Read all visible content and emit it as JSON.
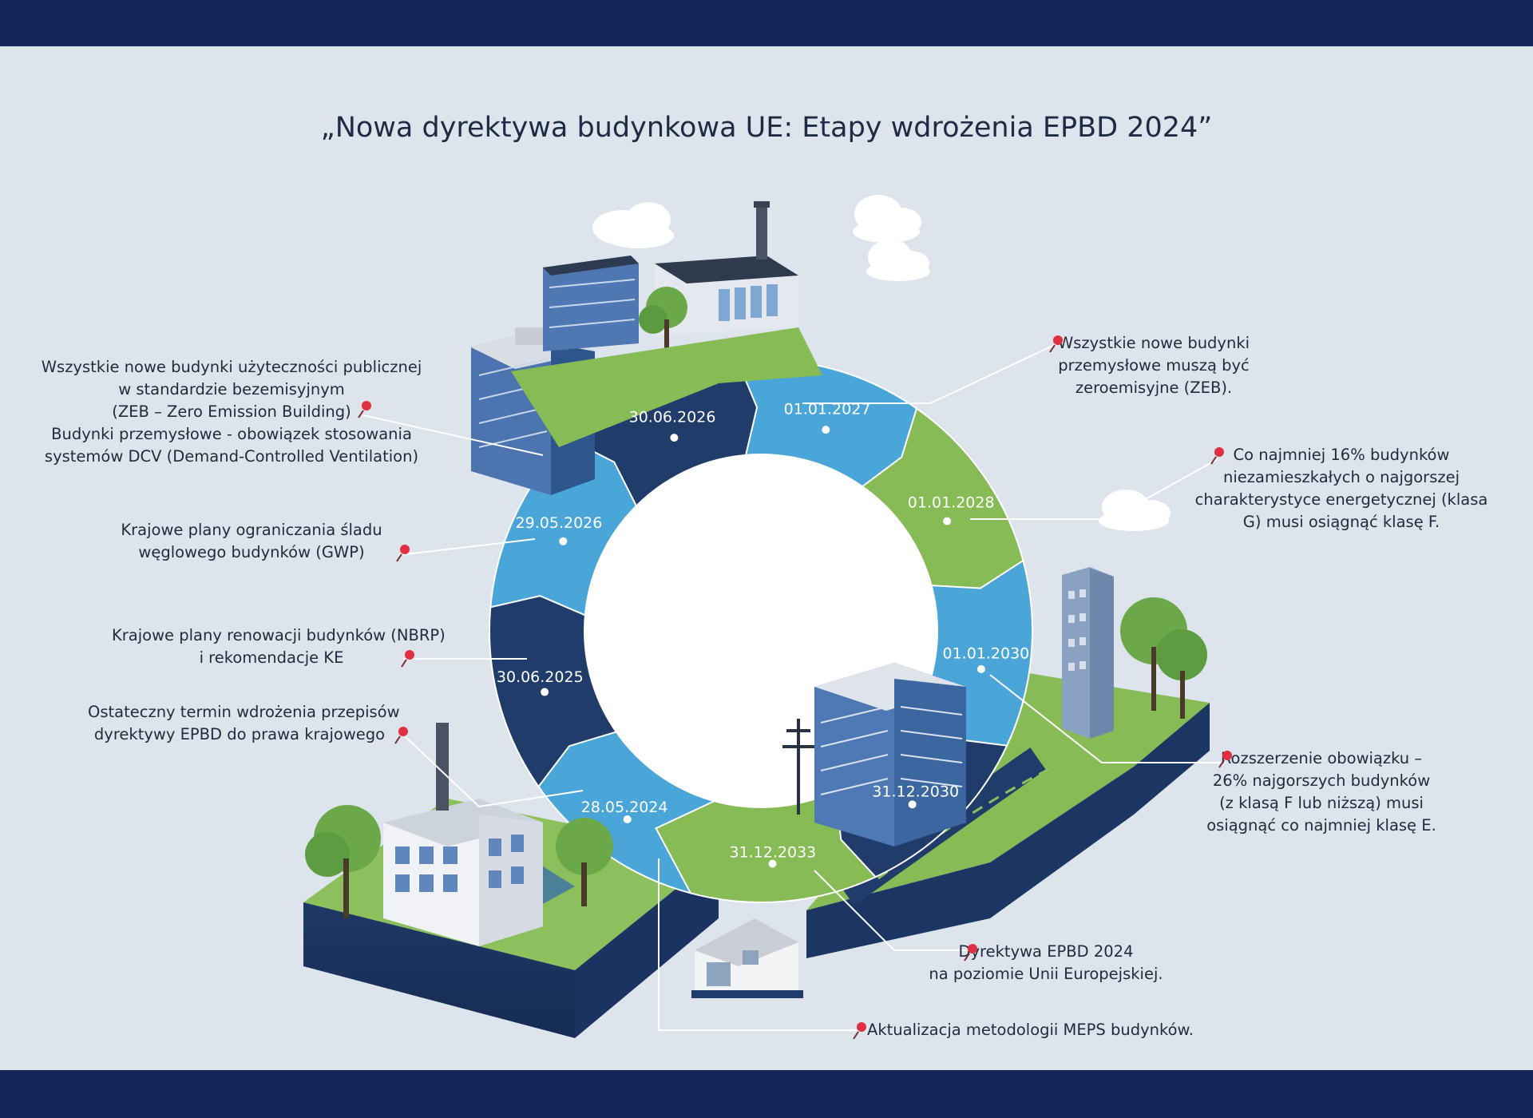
{
  "title": "„Nowa dyrektywa budynkowa UE: Etapy wdrożenia EPBD 2024”",
  "colors": {
    "navy": "#1f3c6b",
    "sky": "#4aa6d8",
    "green": "#86bb56",
    "pin": "#e03040",
    "background": "#dde4ec",
    "band": "#15265a"
  },
  "icons": [
    "pushpin-icon",
    "cloud-icon",
    "building-icon",
    "tree-icon",
    "chimney-icon",
    "power-pylon-icon"
  ],
  "milestones": [
    {
      "date": "28.05.2024",
      "color": "sky",
      "lines": [
        "Dyrektywa EPBD 2024",
        "na poziomie Unii Europejskiej."
      ]
    },
    {
      "date": "30.06.2025",
      "color": "navy",
      "lines": [
        "Aktualizacja metodologii MEPS budynków."
      ]
    },
    {
      "date": "29.05.2026",
      "color": "sky",
      "lines": [
        "Ostateczny termin wdrożenia przepisów",
        "dyrektywy EPBD do prawa krajowego"
      ]
    },
    {
      "date": "30.06.2026",
      "color": "navy",
      "lines": [
        "Krajowe plany renowacji budynków (NBRP)",
        "i rekomendacje KE"
      ]
    },
    {
      "date": "01.01.2027",
      "color": "sky",
      "lines": [
        "Krajowe plany ograniczania śladu",
        "węglowego budynków (GWP)"
      ]
    },
    {
      "date": "01.01.2028",
      "color": "green",
      "lines": [
        "Wszystkie nowe budynki użyteczności publicznej",
        "w standardzie bezemisyjnym",
        "(ZEB – Zero Emission Building)",
        "Budynki przemysłowe - obowiązek stosowania",
        "systemów DCV (Demand-Controlled Ventilation)"
      ]
    },
    {
      "date": "01.01.2030",
      "color": "sky",
      "lines": [
        "Wszystkie nowe budynki",
        "przemysłowe muszą być",
        "zeroemisyjne (ZEB)."
      ]
    },
    {
      "date": "31.12.2030",
      "color": "navy",
      "lines": [
        "Co najmniej 16% budynków",
        "niezamieszkałych o najgorszej",
        "charakterystyce energetycznej (klasa",
        "G) musi osiągnąć klasę F."
      ]
    },
    {
      "date": "31.12.2033",
      "color": "green",
      "lines": [
        "Rozszerzenie obowiązku –",
        "26% najgorszych budynków",
        "(z klasą F lub niższą) musi",
        "osiągnąć co najmniej klasę E."
      ]
    }
  ]
}
